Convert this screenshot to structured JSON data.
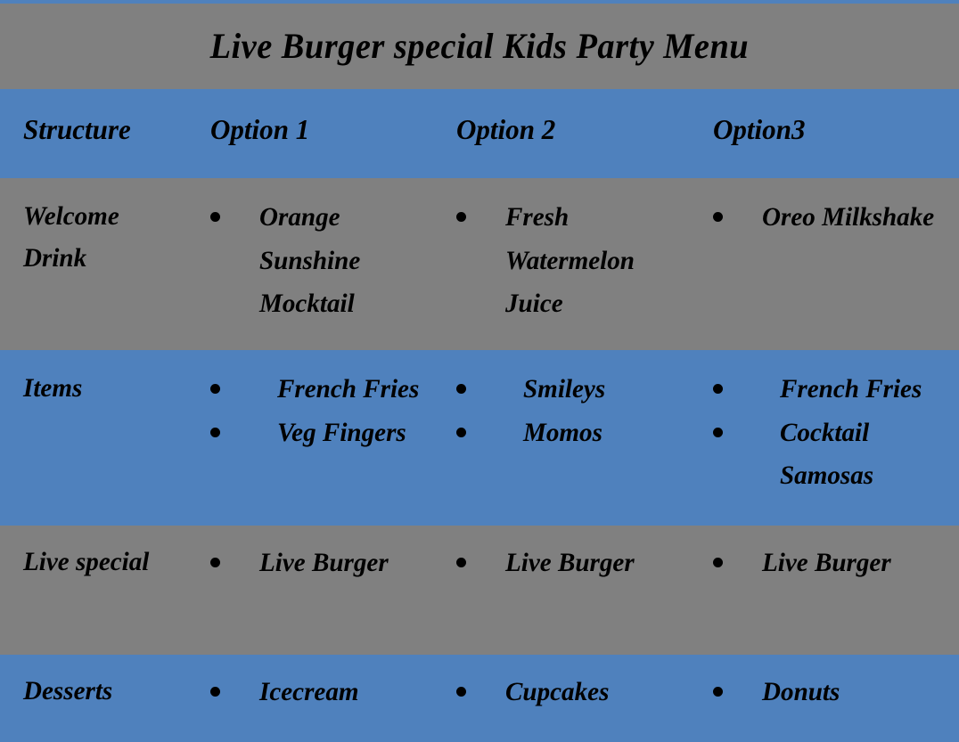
{
  "colors": {
    "accent_blue": "#4f81bd",
    "band_gray": "#808080",
    "text": "#000000"
  },
  "title": "Live Burger special Kids Party Menu",
  "columns": [
    {
      "key": "structure",
      "label": "Structure"
    },
    {
      "key": "option1",
      "label": "Option 1"
    },
    {
      "key": "option2",
      "label": "Option 2"
    },
    {
      "key": "option3",
      "label": "Option3"
    }
  ],
  "rows": [
    {
      "label": "Welcome Drink",
      "band": "gray",
      "option1": [
        "Orange Sunshine Mocktail"
      ],
      "option2": [
        "Fresh Watermelon Juice"
      ],
      "option3": [
        "Oreo Milkshake"
      ]
    },
    {
      "label": "Items",
      "band": "blue",
      "option1": [
        "French Fries",
        "Veg Fingers"
      ],
      "option2": [
        "Smileys",
        "Momos"
      ],
      "option3": [
        "French Fries",
        "Cocktail Samosas"
      ]
    },
    {
      "label": "Live special",
      "band": "gray",
      "option1": [
        "Live Burger"
      ],
      "option2": [
        "Live Burger"
      ],
      "option3": [
        "Live Burger"
      ]
    },
    {
      "label": "Desserts",
      "band": "blue",
      "option1": [
        "Icecream"
      ],
      "option2": [
        "Cupcakes"
      ],
      "option3": [
        "Donuts"
      ]
    }
  ],
  "bullet_glyph": "bullet-dot-icon"
}
